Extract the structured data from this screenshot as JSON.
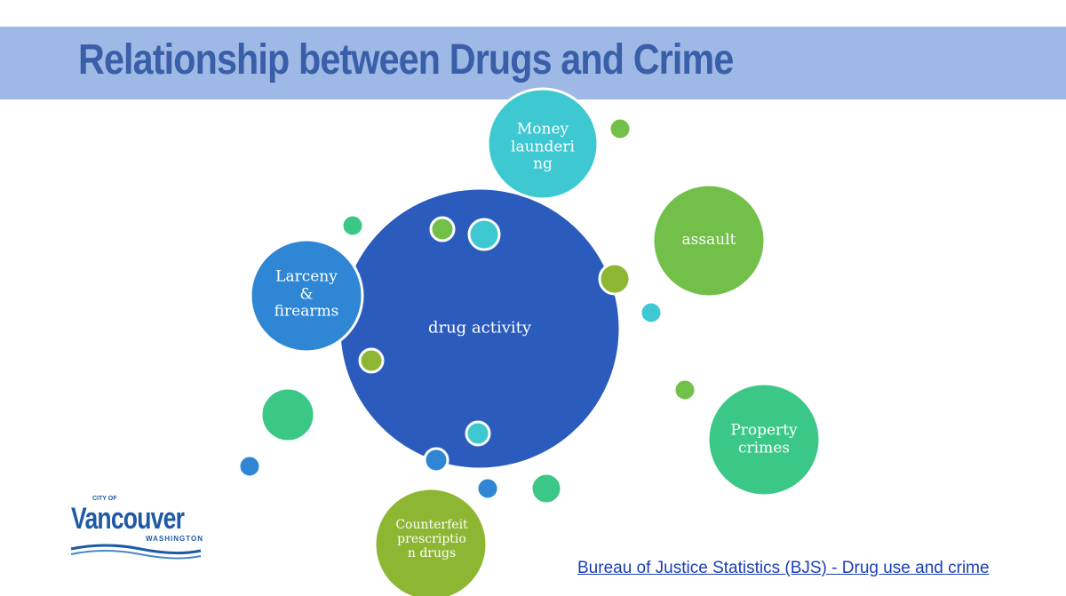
{
  "title": "Relationship between Drugs and Crime",
  "center": {
    "label": "drug activity",
    "color": "#2a5bbd"
  },
  "nodes": [
    {
      "label": "Money launderi ng",
      "lines": [
        "Money",
        "launderi",
        "ng"
      ],
      "color": "#3ec8d2"
    },
    {
      "label": "assault",
      "lines": [
        "assault"
      ],
      "color": "#72c04a"
    },
    {
      "label": "Larceny & firearms",
      "lines": [
        "Larceny",
        "&",
        "firearms"
      ],
      "color": "#2e86d4"
    },
    {
      "label": "Property crimes",
      "lines": [
        "Property",
        "crimes"
      ],
      "color": "#3bc887"
    },
    {
      "label": "Counterfeit prescriptio n drugs",
      "lines": [
        "Counterfeit",
        "prescriptio",
        "n drugs"
      ],
      "color": "#8db632"
    }
  ],
  "logo": {
    "city": "CITY OF",
    "name": "Vancouver",
    "state": "WASHINGTON"
  },
  "source_link": "Bureau of Justice Statistics (BJS) - Drug use and crime"
}
